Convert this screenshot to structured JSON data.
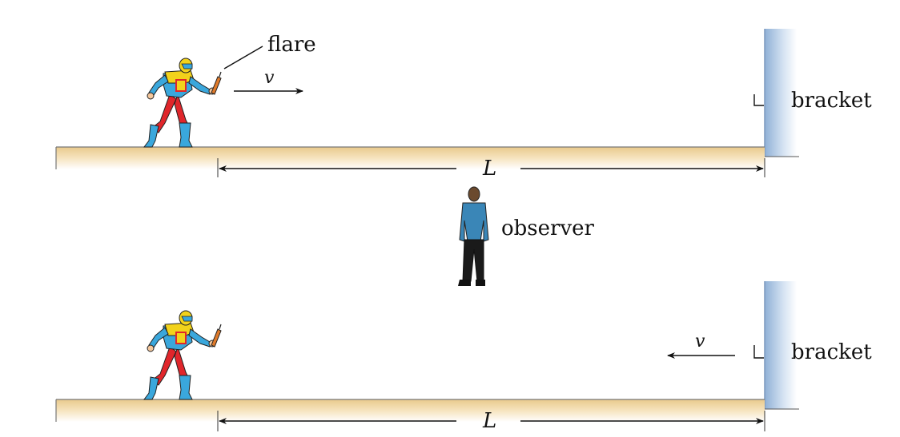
{
  "labels": {
    "flare": "flare",
    "velocity_top": "v",
    "velocity_bottom": "v",
    "bracket_top": "bracket",
    "bracket_bottom": "bracket",
    "length_top": "L",
    "length_bottom": "L",
    "observer": "observer"
  },
  "colors": {
    "platform": "#f1d9aa",
    "platform_edge": "#c9a86a",
    "wall": "#9db7d8",
    "suit_blue": "#3aa7dc",
    "suit_yellow": "#f2d21b",
    "suit_red": "#e0262b",
    "observer_shirt": "#3a86b7",
    "observer_pants": "#1a1a1a"
  }
}
